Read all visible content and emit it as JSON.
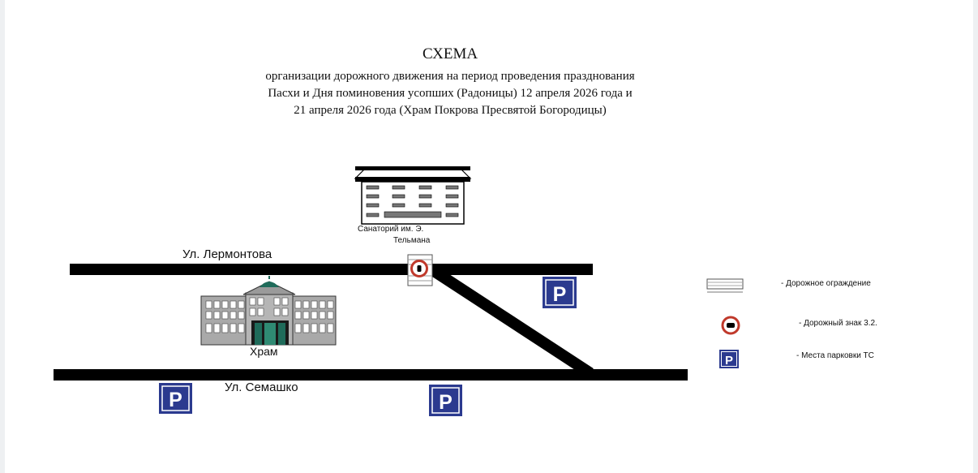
{
  "header": {
    "title": "СХЕМА",
    "line1": "организации дорожного движения на период проведения празднования",
    "line2": "Пасхи и Дня поминовения усопших (Радоницы) 12 апреля 2026 года и",
    "line3": "21 апреля 2026 года (Храм Покрова Пресвятой Богородицы)"
  },
  "map": {
    "street_top": "Ул. Лермонтова",
    "street_bottom": "Ул. Семашко",
    "sanatorium_line1": "Санаторий им.   Э.",
    "sanatorium_line2": "Тельмана",
    "church": "Храм",
    "parking_letter": "P"
  },
  "legend": {
    "barrier": "- Дорожное ограждение",
    "sign": "- Дорожный знак 3.2.",
    "parking": "- Места парковки ТС"
  },
  "colors": {
    "road": "#000000",
    "parking_blue": "#2b3a8f",
    "sign_red": "#c0392b",
    "church_gray": "#9a9a9a",
    "church_dome": "#1f6b5a"
  }
}
